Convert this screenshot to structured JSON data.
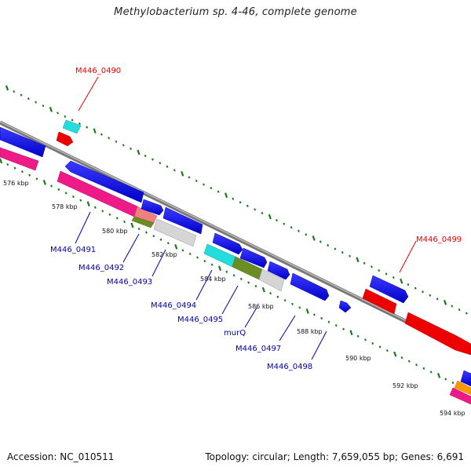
{
  "title": "Methylobacterium sp. 4-46, complete genome",
  "footer": {
    "accession": "Accession: NC_010511",
    "summary": "Topology: circular; Length: 7,659,055 bp; Genes: 6,691"
  },
  "colors": {
    "backbone": "#888888",
    "tick": "#1a7a1a",
    "blue_gene": "#0000ee",
    "red_gene": "#ee0000",
    "pink_gene": "#ee1a88",
    "cyan_gene": "#22cccc",
    "olive_gene": "#6b8e23",
    "gray_gene": "#cccccc",
    "orange_gene": "#ff9900",
    "label_blue": "#0000aa",
    "label_red": "#ee0000"
  },
  "scale_labels": [
    "576 kbp",
    "578 kbp",
    "580 kbp",
    "582 kbp",
    "584 kbp",
    "586 kbp",
    "588 kbp",
    "590 kbp",
    "592 kbp",
    "594 kbp"
  ],
  "gene_labels": {
    "M446_0490": "M446_0490",
    "M446_0499": "M446_0499",
    "M446_0491": "M446_0491",
    "M446_0492": "M446_0492",
    "M446_0493": "M446_0493",
    "M446_0494": "M446_0494",
    "M446_0495": "M446_0495",
    "murQ": "murQ",
    "M446_0497": "M446_0497",
    "M446_0498": "M446_0498"
  }
}
